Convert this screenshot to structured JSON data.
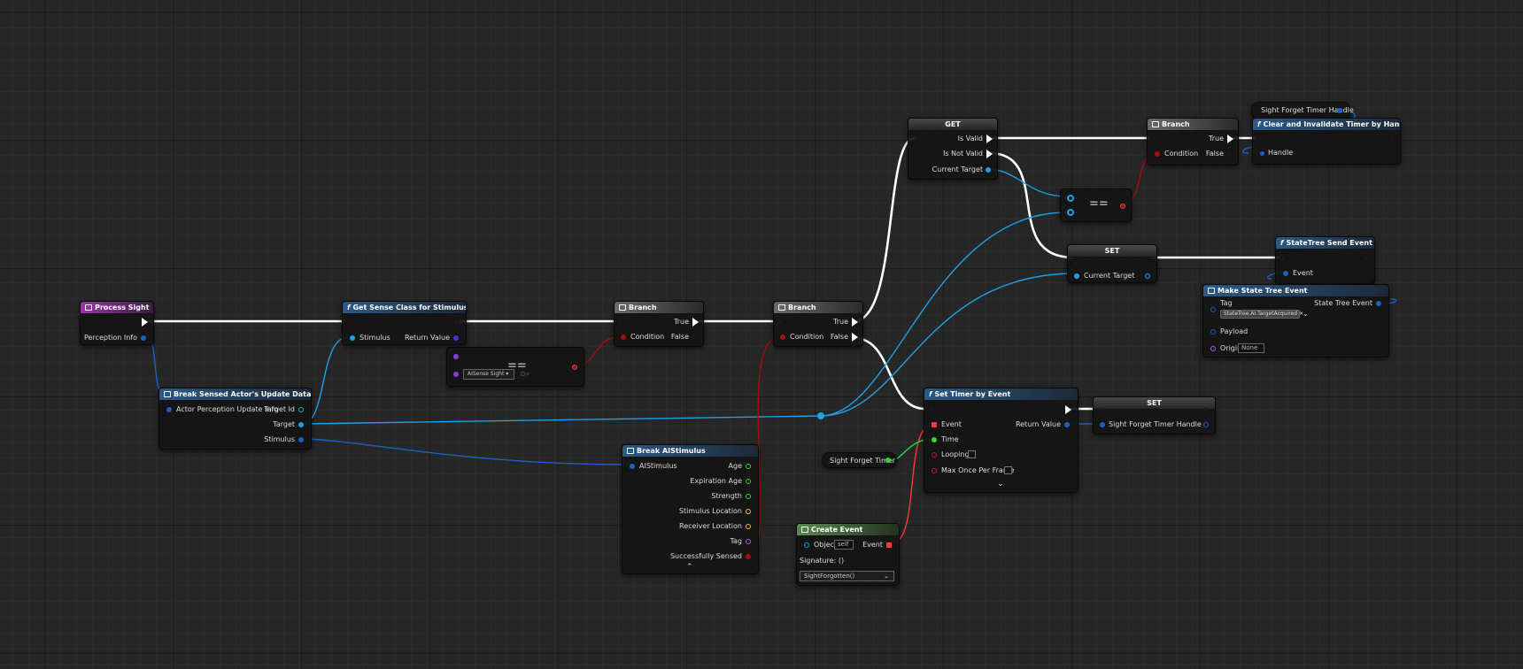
{
  "nodes": {
    "process_sight": {
      "title": "Process Sight",
      "perception_info": "Perception Info"
    },
    "get_sense_class": {
      "title": "Get Sense Class for Stimulus",
      "stimulus": "Stimulus",
      "return_value": "Return Value"
    },
    "equal_sense": {
      "op": "==",
      "sense_value": "AISense Sight"
    },
    "branch1": {
      "title": "Branch",
      "true": "True",
      "false": "False",
      "condition": "Condition"
    },
    "branch2": {
      "title": "Branch",
      "true": "True",
      "false": "False",
      "condition": "Condition"
    },
    "break_update": {
      "title": "Break Sensed Actor's Update Data",
      "input": "Actor Perception Update Info",
      "target_id": "Target Id",
      "target": "Target",
      "stimulus": "Stimulus"
    },
    "break_stimulus": {
      "title": "Break AIStimulus",
      "input": "AIStimulus",
      "age": "Age",
      "expiration_age": "Expiration Age",
      "strength": "Strength",
      "stimulus_location": "Stimulus Location",
      "receiver_location": "Receiver Location",
      "tag": "Tag",
      "successfully_sensed": "Successfully Sensed"
    },
    "get_node": {
      "title": "GET",
      "is_valid": "Is Valid",
      "is_not_valid": "Is Not Valid",
      "current_target": "Current Target"
    },
    "equal_target": {
      "op": "=="
    },
    "set_target": {
      "title": "SET",
      "current_target": "Current Target"
    },
    "branch3": {
      "title": "Branch",
      "true": "True",
      "false": "False",
      "condition": "Condition"
    },
    "sight_handle_var": {
      "label": "Sight Forget Timer Handle"
    },
    "clear_timer": {
      "title": "Clear and Invalidate Timer by Handle",
      "handle": "Handle"
    },
    "statetree_send": {
      "title": "StateTree Send Event",
      "event": "Event"
    },
    "make_event": {
      "title": "Make State Tree Event",
      "tag": "Tag",
      "tag_value": "StateTree.AI.TargetAcquired",
      "payload": "Payload",
      "origin": "Origin",
      "origin_value": "None",
      "out": "State Tree Event"
    },
    "set_timer": {
      "title": "Set Timer by Event",
      "event": "Event",
      "time": "Time",
      "looping": "Looping",
      "max_once": "Max Once Per Frame",
      "return_value": "Return Value"
    },
    "set_handle": {
      "title": "SET",
      "label": "Sight Forget Timer Handle"
    },
    "sight_timer_var": {
      "label": "Sight Forget Timer"
    },
    "create_event": {
      "title": "Create Event",
      "object": "Object",
      "object_value": "self",
      "event": "Event",
      "signature": "Signature: ()",
      "function": "SightForgotten()"
    }
  },
  "colors": {
    "exec": "#ffffff",
    "object": "#1f9fe6",
    "struct": "#1e5fc4",
    "bool": "#a01010",
    "float": "#35d435",
    "vector": "#e8c13a",
    "byte": "#5a2ad0",
    "delegate": "#ff3838",
    "tag": "#a560e8"
  }
}
